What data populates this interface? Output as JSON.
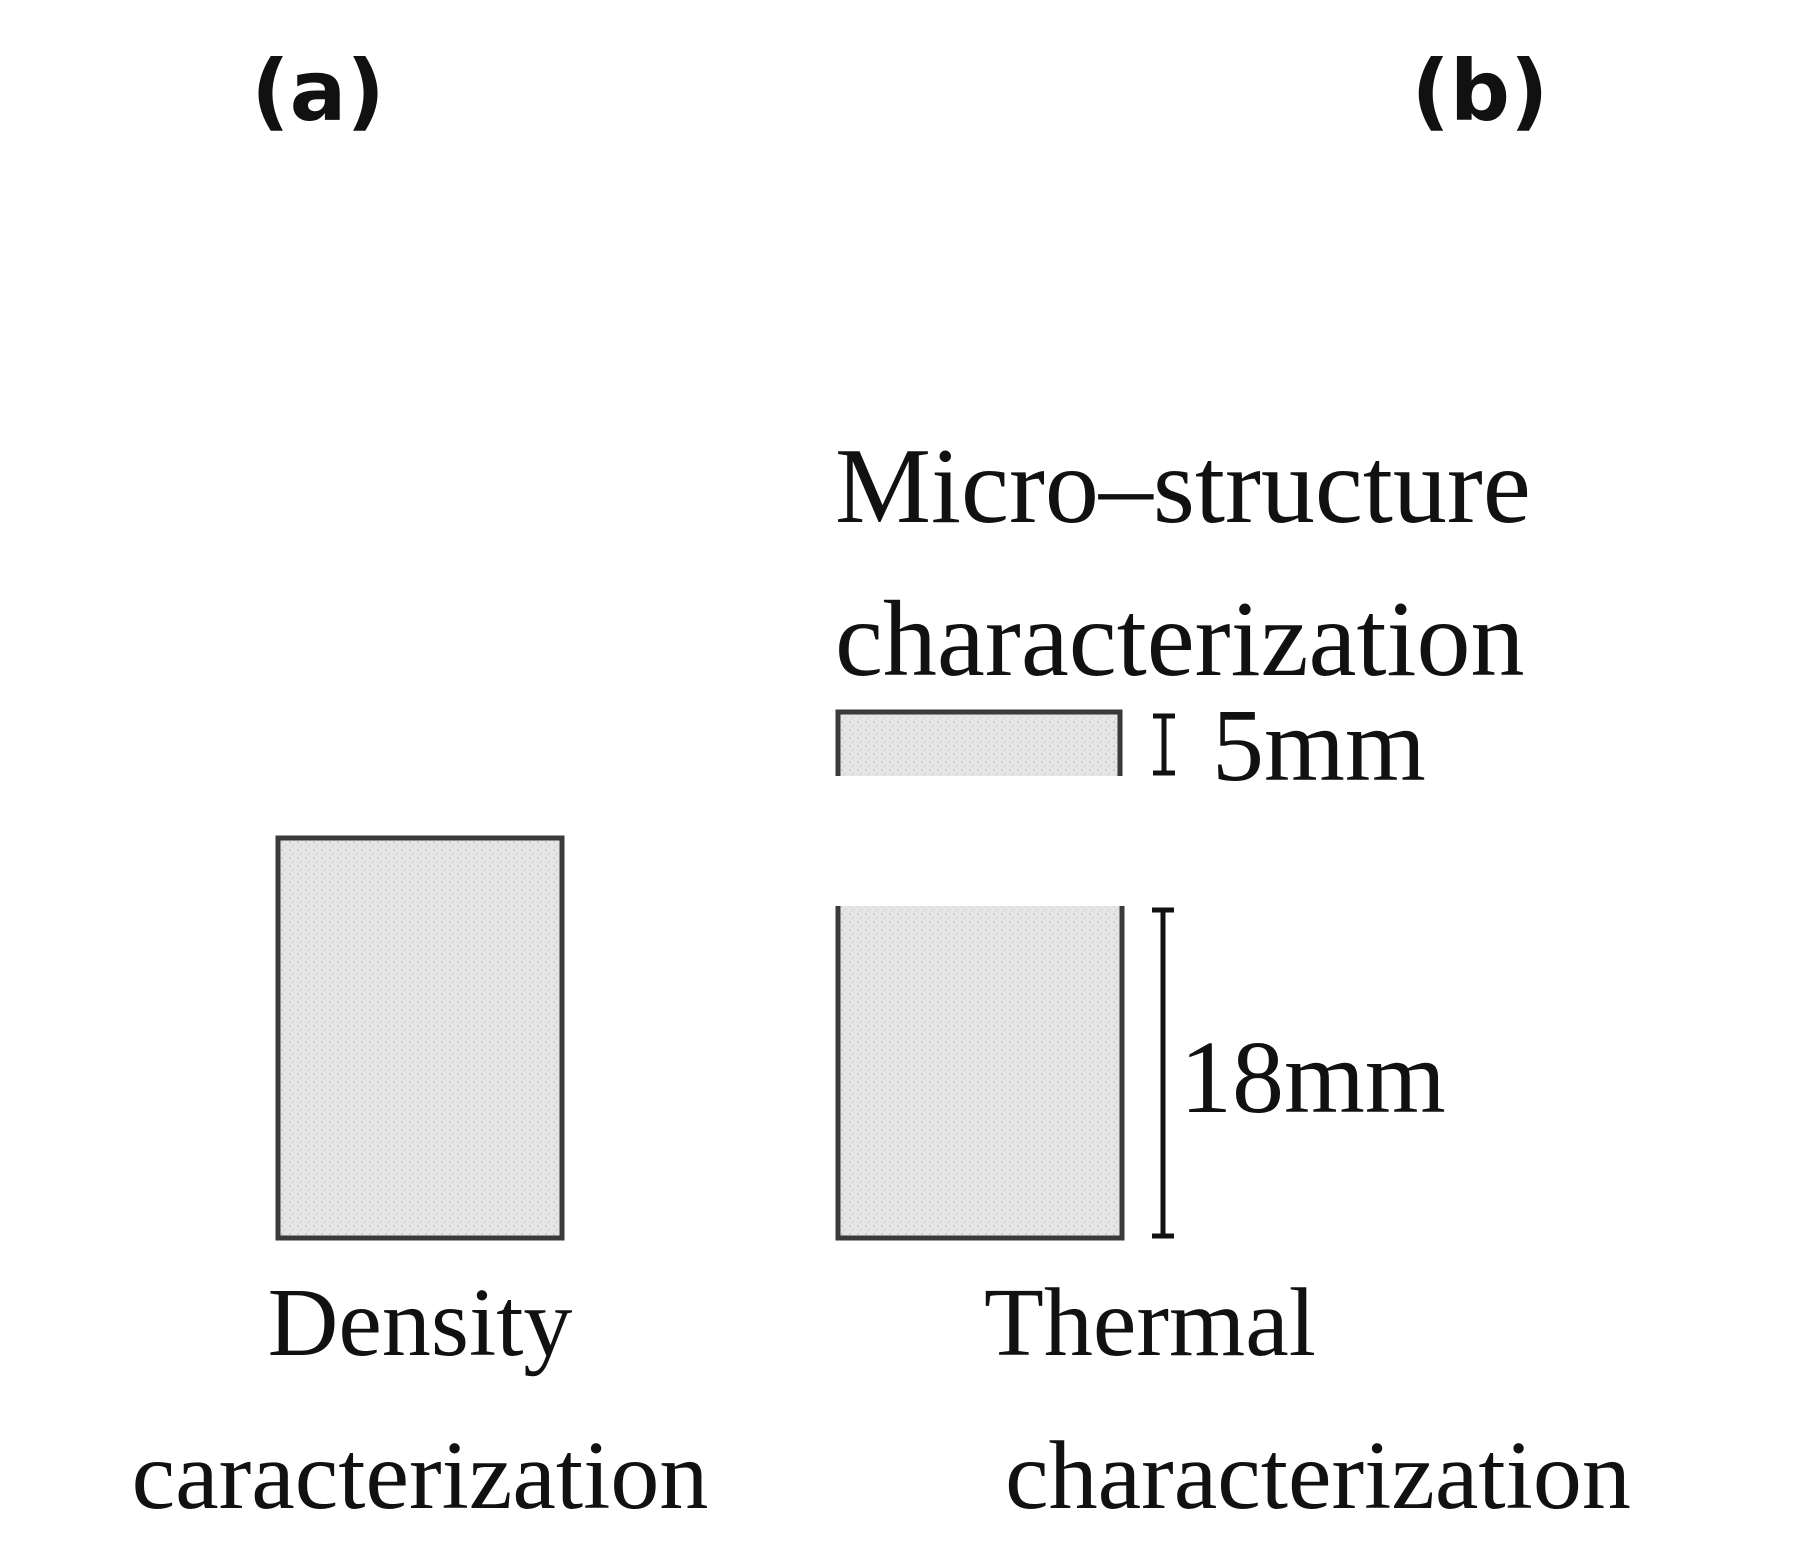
{
  "panels": {
    "a": {
      "label": "(a)"
    },
    "b": {
      "label": "(b)"
    }
  },
  "samples": {
    "density": {
      "caption_line1": "Density",
      "caption_line2": "caracterization"
    },
    "microstructure": {
      "caption_line1": "Micro–structure",
      "caption_line2": "characterization",
      "thickness_label": "5mm"
    },
    "thermal": {
      "caption_line1": "Thermal",
      "caption_line2": "characterization",
      "height_label": "18mm"
    }
  },
  "colors": {
    "sample_fill": "#e6e6e6",
    "sample_stroke": "#3a3a3a",
    "text": "#111111"
  }
}
